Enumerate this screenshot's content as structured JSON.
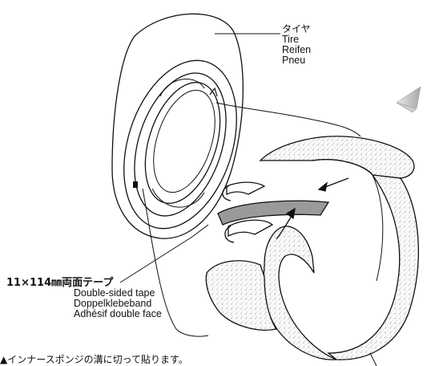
{
  "tire_callout": {
    "jp": "タイヤ",
    "en": "Tire",
    "de": "Reifen",
    "fr": "Pneu"
  },
  "tape_callout": {
    "size": "11×114㎜両面テープ",
    "en": "Double-sided tape",
    "de": "Doppelklebeband",
    "fr": "Adhésif double face"
  },
  "bottom_note": "▲インナースポンジの溝に切って貼ります。",
  "colors": {
    "line": "#111111",
    "tape_fill": "#9a9a9a",
    "arrow_fill": "#bdbdbd",
    "foam_speckle": "#888888"
  }
}
